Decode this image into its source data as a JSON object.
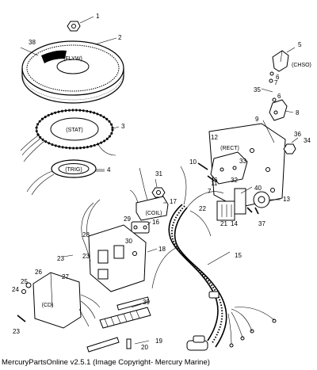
{
  "callouts": [
    "1",
    "2",
    "3",
    "4",
    "5",
    "6",
    "7",
    "8",
    "9",
    "10",
    "11",
    "12",
    "13",
    "14",
    "15",
    "16",
    "17",
    "18",
    "19",
    "20",
    "21",
    "22",
    "23",
    "24",
    "25",
    "26",
    "27",
    "28",
    "29",
    "30",
    "31",
    "32",
    "33",
    "34",
    "35",
    "36",
    "37",
    "38",
    "39",
    "40"
  ],
  "part_labels": {
    "flywheel": "(FLYW)",
    "stator": "(STAT)",
    "trigger": "(TRIG)",
    "choke_solenoid": "(CHSO)",
    "rectifier": "(RECT)",
    "coil": "(COIL)",
    "cd_module": "(CD)"
  },
  "footer": "MercuryPartsOnline v2.5.1 (Image Copyright- Mercury Marine)"
}
